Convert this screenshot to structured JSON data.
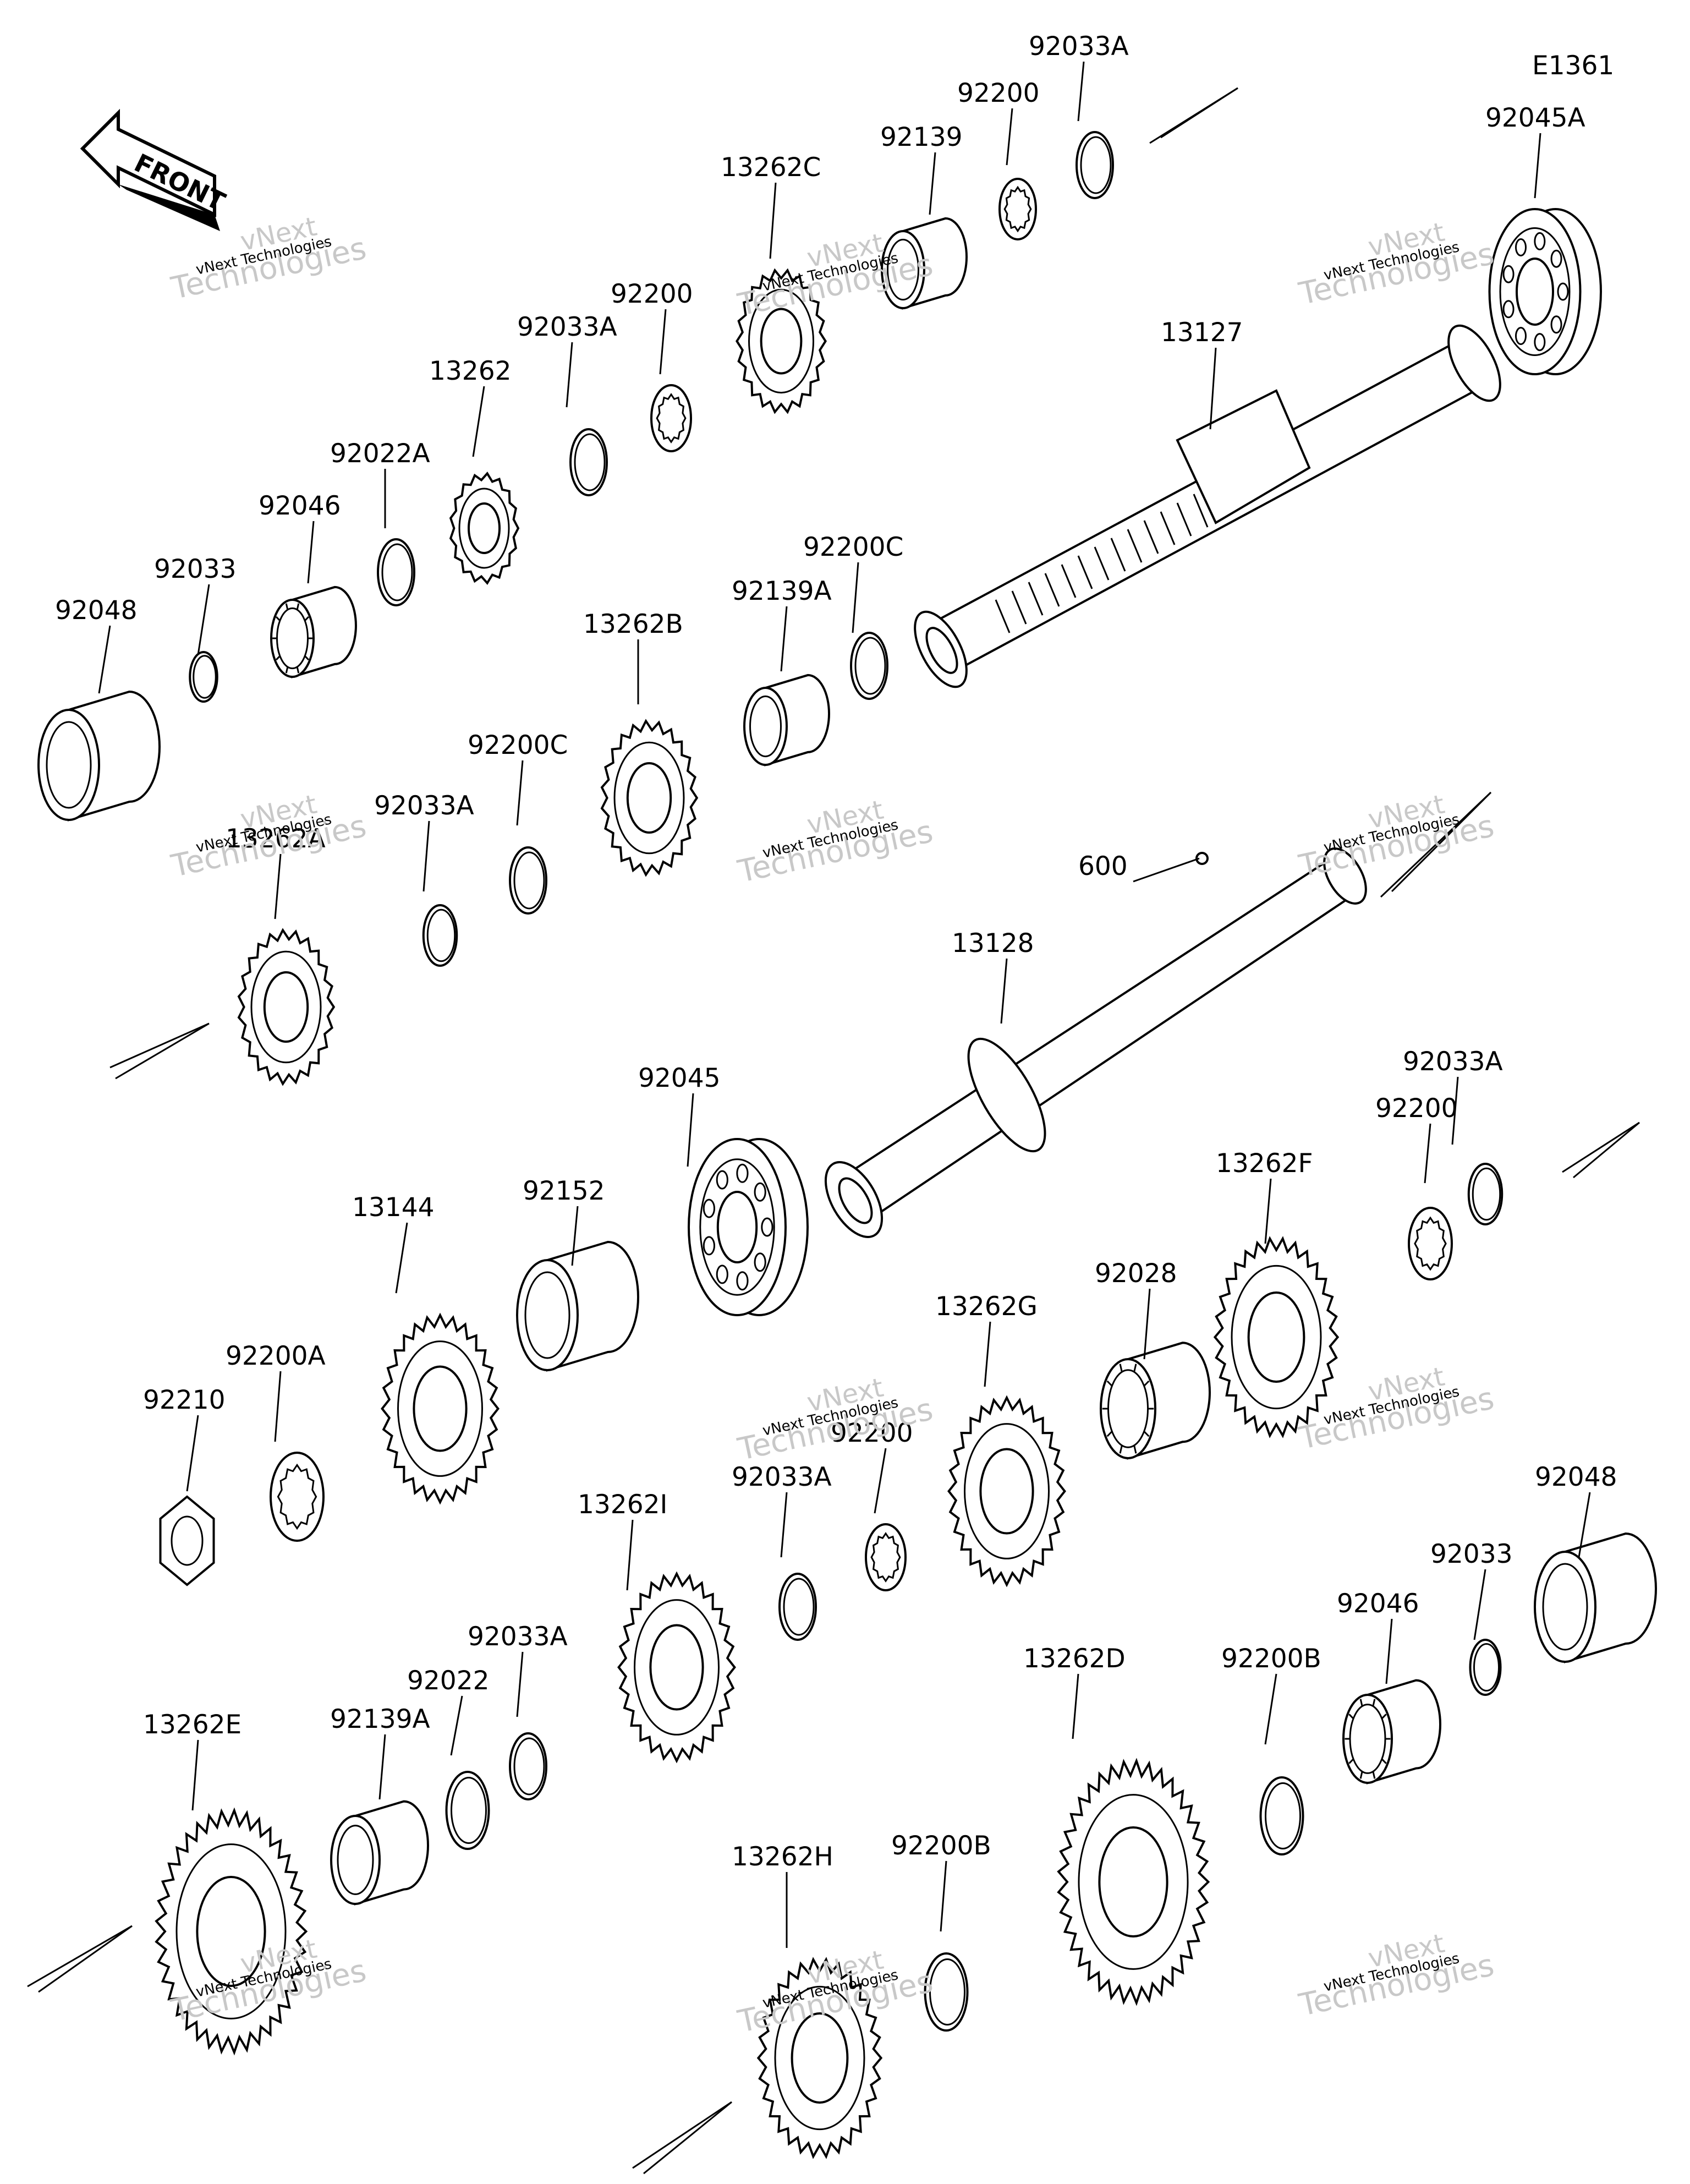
{
  "diagram_code": "E1361",
  "front_label": "FRONT",
  "watermark": {
    "line1": "vNext",
    "line2": "Technologies",
    "small": "vNext Technologies"
  },
  "labels": [
    "92033A",
    "92200",
    "92139",
    "13262C",
    "92045A",
    "13127",
    "92200",
    "92033A",
    "13262",
    "92022A",
    "92046",
    "92033",
    "92048",
    "92139A",
    "92200C",
    "13262B",
    "92200C",
    "92033A",
    "13262A",
    "600",
    "13128",
    "92045",
    "92152",
    "13144",
    "92033A",
    "92200",
    "13262F",
    "92028",
    "13262G",
    "92200A",
    "92210",
    "92200",
    "92033A",
    "13262I",
    "92033A",
    "92022",
    "92139A",
    "13262E",
    "92048",
    "92033",
    "92046",
    "92200B",
    "13262D",
    "92200B",
    "13262H"
  ]
}
